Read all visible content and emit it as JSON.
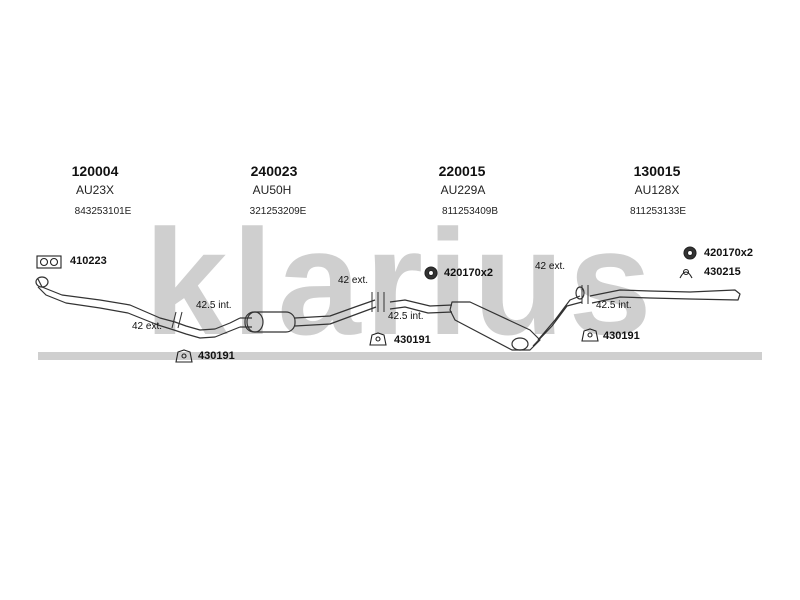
{
  "watermark": {
    "text": "klarius",
    "color": "#c8c8c8"
  },
  "sections": [
    {
      "part_number": "120004",
      "code": "AU23X",
      "oem": "843253101E"
    },
    {
      "part_number": "240023",
      "code": "AU50H",
      "oem": "321253209E"
    },
    {
      "part_number": "220015",
      "code": "AU229A",
      "oem": "811253409B"
    },
    {
      "part_number": "130015",
      "code": "AU128X",
      "oem": "811253133E"
    }
  ],
  "fittings": [
    {
      "id": "410223",
      "label": "410223",
      "icon": "gasket-icon"
    },
    {
      "id": "430191a",
      "label": "430191",
      "icon": "rubber-mount-icon"
    },
    {
      "id": "420170a",
      "label": "420170x2",
      "icon": "clamp-nut-icon"
    },
    {
      "id": "430191b",
      "label": "430191",
      "icon": "rubber-mount-icon"
    },
    {
      "id": "430191c",
      "label": "430191",
      "icon": "rubber-mount-icon"
    },
    {
      "id": "420170b",
      "label": "420170x2",
      "icon": "clamp-nut-icon"
    },
    {
      "id": "430215",
      "label": "430215",
      "icon": "hanger-ring-icon"
    }
  ],
  "dimensions": [
    {
      "label": "42.5 int."
    },
    {
      "label": "42 ext."
    },
    {
      "label": "42 ext."
    },
    {
      "label": "42.5 int."
    },
    {
      "label": "42 ext."
    },
    {
      "label": "42.5 int."
    }
  ]
}
